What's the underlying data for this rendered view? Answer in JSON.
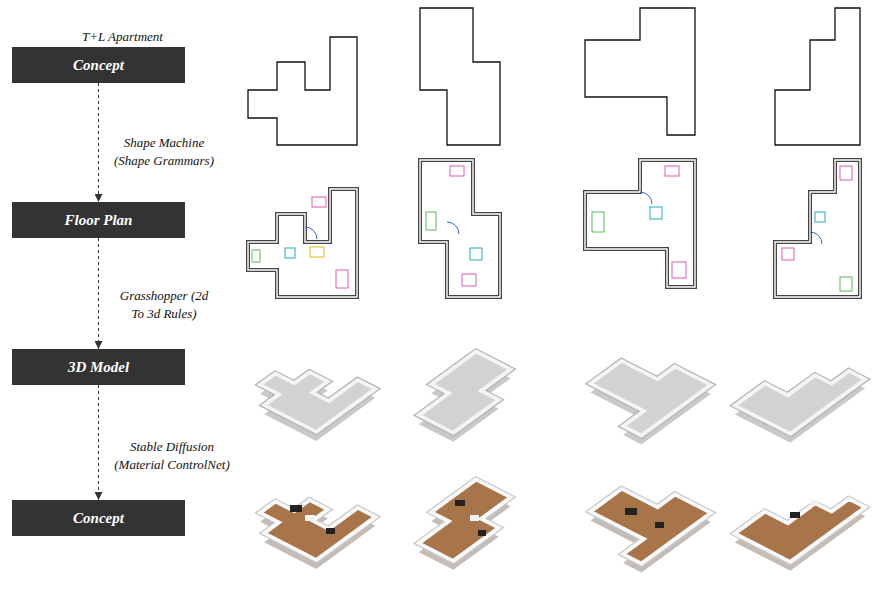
{
  "diagram": {
    "title": "T+L Apartment",
    "nodes": [
      {
        "text": [
          "Concept"
        ]
      },
      {
        "text": [
          "Floor Plan"
        ]
      },
      {
        "text": [
          "3D Model"
        ]
      },
      {
        "text": [
          "Concept"
        ]
      }
    ],
    "edges": [
      {
        "from": 0,
        "to": 1,
        "arrow": "to",
        "label": "Shape Machine (Shape Grammars)"
      },
      {
        "from": 1,
        "to": 2,
        "arrow": "to",
        "label": "Grasshopper (2d To 3d Rules)"
      },
      {
        "from": 2,
        "to": 3,
        "arrow": "to",
        "label": "Stable Diffusion (Material ControlNet)"
      }
    ]
  }
}
